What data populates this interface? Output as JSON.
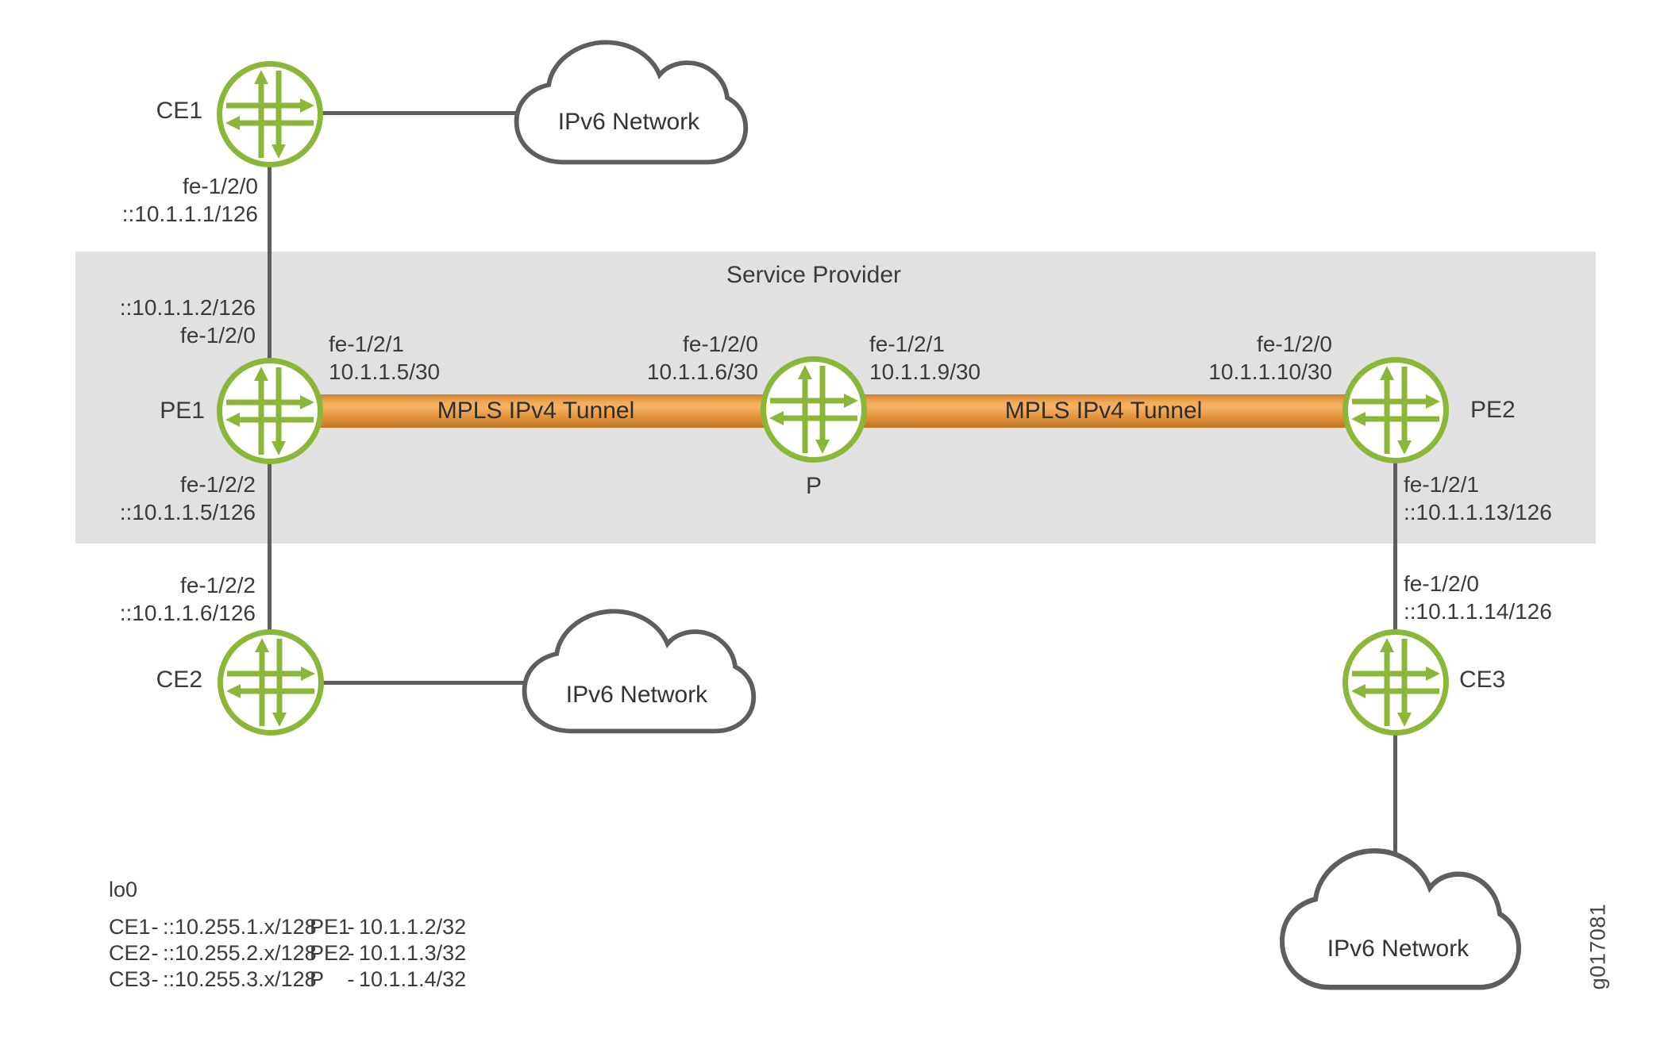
{
  "diagram": {
    "region_label": "Service Provider",
    "figure_id": "g017081"
  },
  "routers": {
    "ce1": {
      "name": "CE1"
    },
    "ce2": {
      "name": "CE2"
    },
    "ce3": {
      "name": "CE3"
    },
    "pe1": {
      "name": "PE1"
    },
    "pe2": {
      "name": "PE2"
    },
    "p": {
      "name": "P"
    }
  },
  "clouds": {
    "top": {
      "label": "IPv6 Network"
    },
    "bottom_left": {
      "label": "IPv6 Network"
    },
    "bottom_right": {
      "label": "IPv6 Network"
    }
  },
  "tunnels": {
    "west": {
      "label": "MPLS IPv4 Tunnel"
    },
    "east": {
      "label": "MPLS IPv4 Tunnel"
    }
  },
  "interfaces": {
    "ce1_wan": {
      "line1": "fe-1/2/0",
      "line2": "::10.1.1.1/126"
    },
    "pe1_top": {
      "line1": "::10.1.1.2/126",
      "line2": "fe-1/2/0"
    },
    "pe1_right": {
      "line1": "fe-1/2/1",
      "line2": "10.1.1.5/30"
    },
    "pe1_bottom": {
      "line1": "fe-1/2/2",
      "line2": "::10.1.1.5/126"
    },
    "ce2_top": {
      "line1": "fe-1/2/2",
      "line2": "::10.1.1.6/126"
    },
    "p_left": {
      "line1": "fe-1/2/0",
      "line2": "10.1.1.6/30"
    },
    "p_right": {
      "line1": "fe-1/2/1",
      "line2": "10.1.1.9/30"
    },
    "pe2_left": {
      "line1": "fe-1/2/0",
      "line2": "10.1.1.10/30"
    },
    "pe2_bottom": {
      "line1": "fe-1/2/1",
      "line2": "::10.1.1.13/126"
    },
    "ce3_top": {
      "line1": "fe-1/2/0",
      "line2": "::10.1.1.14/126"
    }
  },
  "legend": {
    "title": "lo0",
    "separator": "-",
    "rows": [
      {
        "left_name": "CE1",
        "left_value": "::10.255.1.x/128",
        "right_name": "PE1",
        "right_value": "10.1.1.2/32"
      },
      {
        "left_name": "CE2",
        "left_value": "::10.255.2.x/128",
        "right_name": "PE2",
        "right_value": "10.1.1.3/32"
      },
      {
        "left_name": "CE3",
        "left_value": "::10.255.3.x/128",
        "right_name": "P",
        "right_value": "10.1.1.4/32"
      }
    ]
  },
  "colors": {
    "router_green": "#8bb739",
    "band_gray": "#e1e1e1",
    "line_gray": "#5d5e5f",
    "tunnel_orange_light": "#f5b164",
    "tunnel_orange_dark": "#c07321",
    "label_text": "#3b3b3b"
  }
}
